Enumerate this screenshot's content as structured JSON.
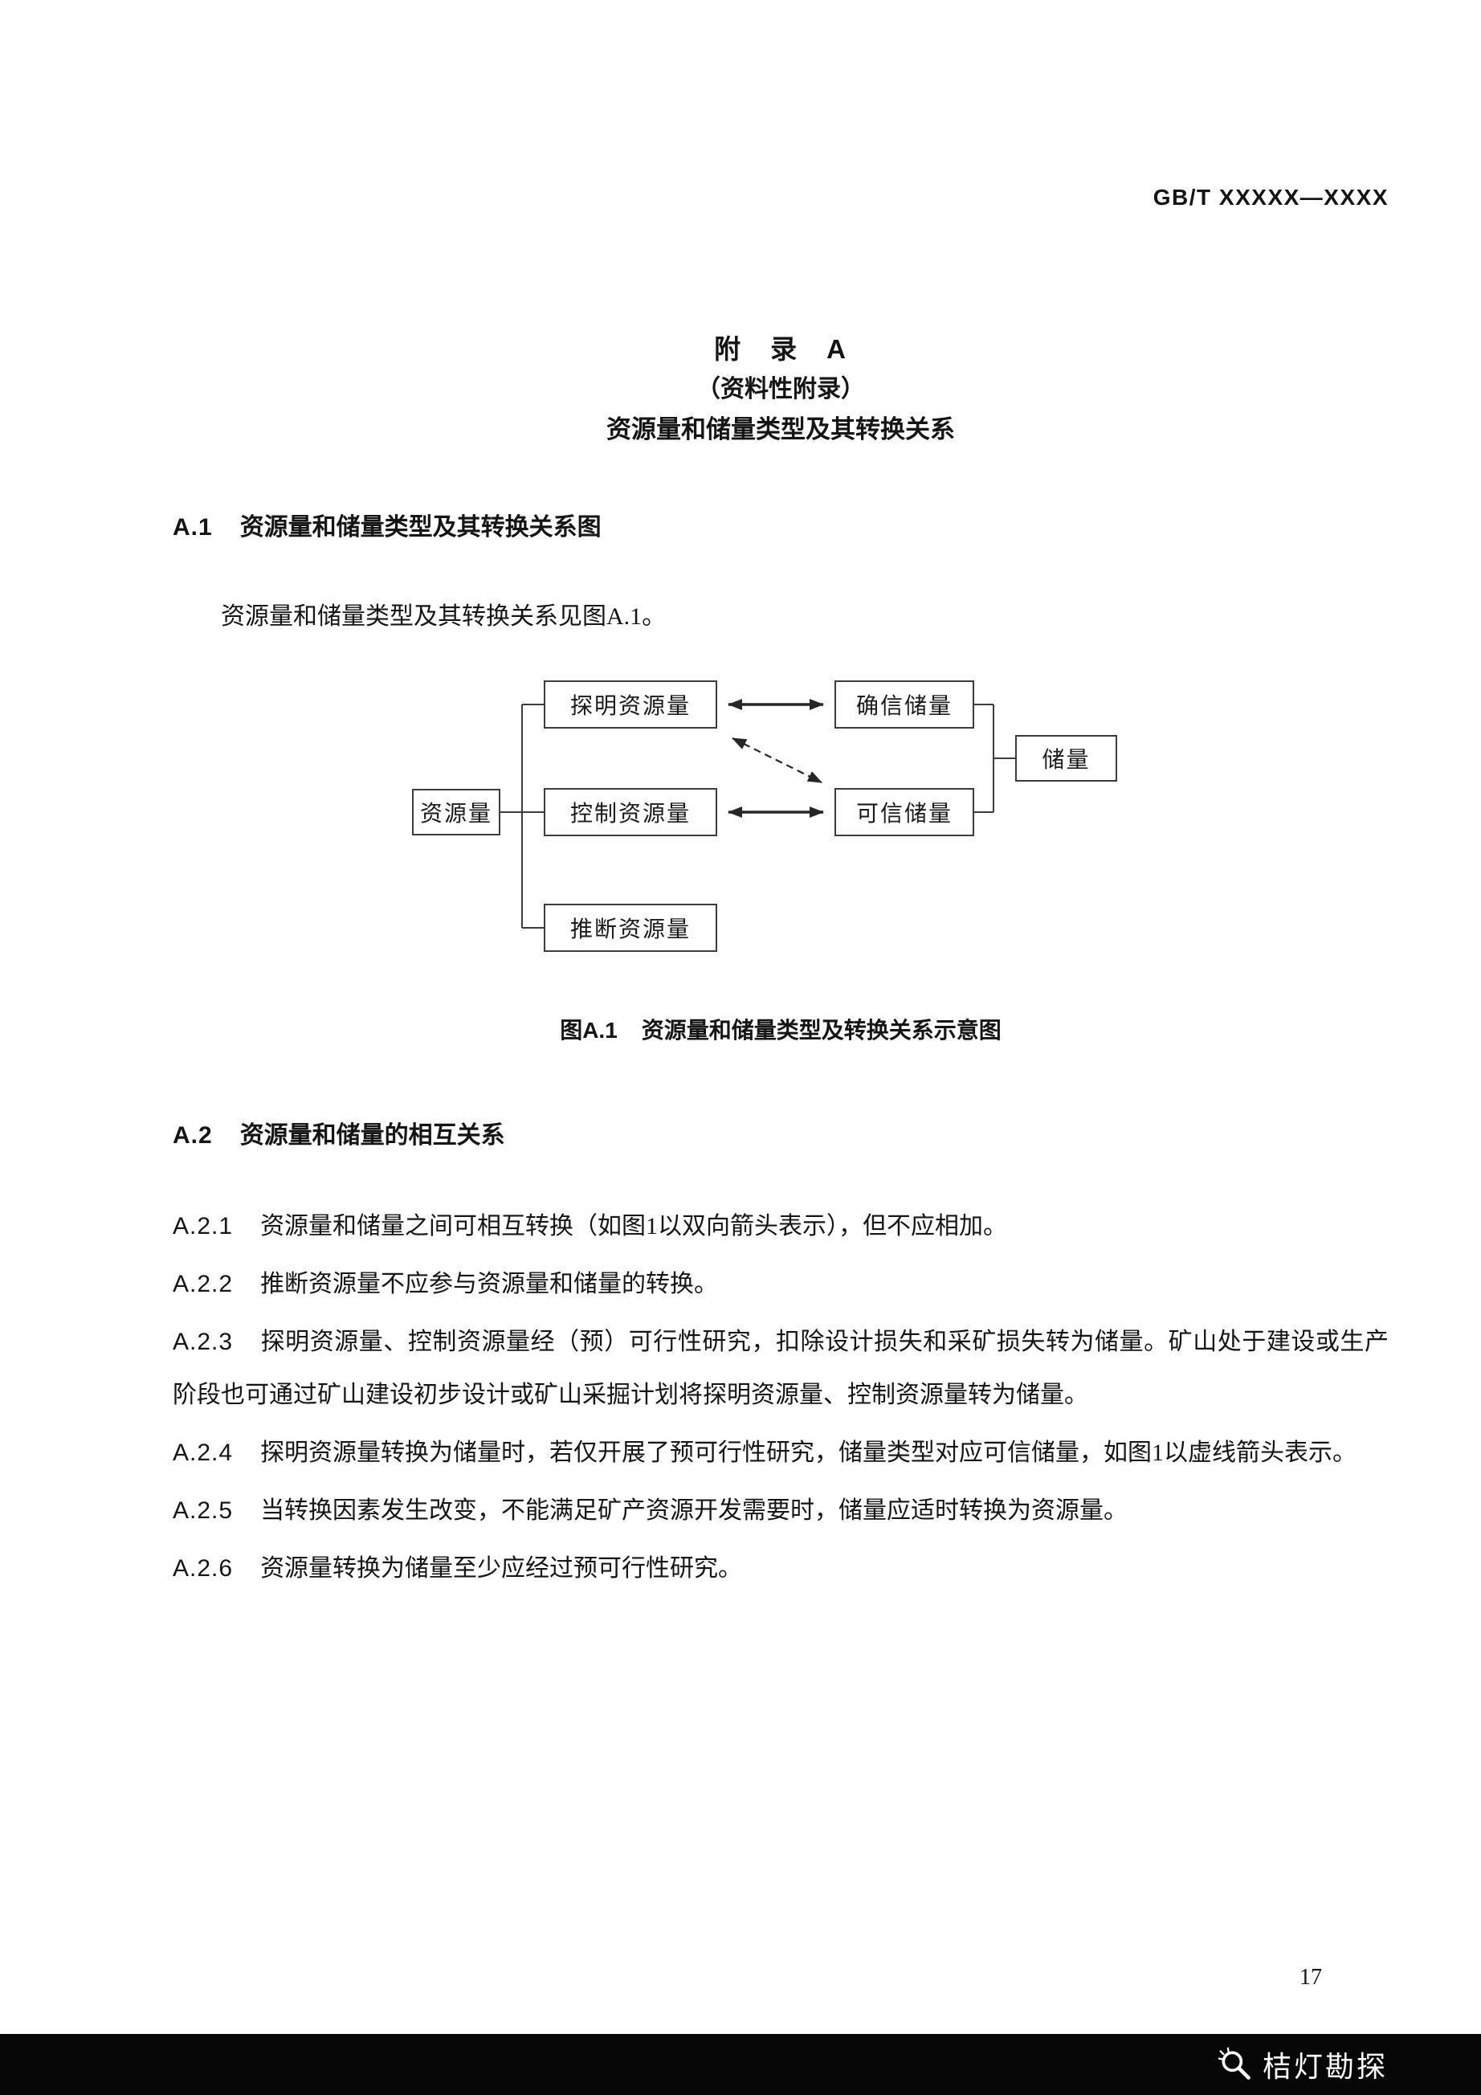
{
  "header": {
    "doc_number": "GB/T XXXXX—XXXX"
  },
  "title": {
    "appendix": "附　录　A",
    "type_note": "（资料性附录）",
    "subject": "资源量和储量类型及其转换关系"
  },
  "section_a1": {
    "number": "A.1",
    "heading": "资源量和储量类型及其转换关系图",
    "intro": "资源量和储量类型及其转换关系见图A.1。"
  },
  "diagram": {
    "boxes": {
      "resource": "资源量",
      "explored": "探明资源量",
      "controlled": "控制资源量",
      "inferred": "推断资源量",
      "proved": "确信储量",
      "probable": "可信储量",
      "reserve": "储量"
    },
    "caption_label": "图A.1",
    "caption_text": "资源量和储量类型及转换关系示意图"
  },
  "section_a2": {
    "number": "A.2",
    "heading": "资源量和储量的相互关系",
    "items": [
      {
        "number": "A.2.1",
        "text": "资源量和储量之间可相互转换（如图1以双向箭头表示），但不应相加。"
      },
      {
        "number": "A.2.2",
        "text": "推断资源量不应参与资源量和储量的转换。"
      },
      {
        "number": "A.2.3",
        "text": "探明资源量、控制资源量经（预）可行性研究，扣除设计损失和采矿损失转为储量。矿山处于建设或生产阶段也可通过矿山建设初步设计或矿山采掘计划将探明资源量、控制资源量转为储量。"
      },
      {
        "number": "A.2.4",
        "text": "探明资源量转换为储量时，若仅开展了预可行性研究，储量类型对应可信储量，如图1以虚线箭头表示。"
      },
      {
        "number": "A.2.5",
        "text": "当转换因素发生改变，不能满足矿产资源开发需要时，储量应适时转换为资源量。"
      },
      {
        "number": "A.2.6",
        "text": "资源量转换为储量至少应经过预可行性研究。"
      }
    ]
  },
  "footer": {
    "page_number": "17",
    "brand": "桔灯勘探"
  }
}
